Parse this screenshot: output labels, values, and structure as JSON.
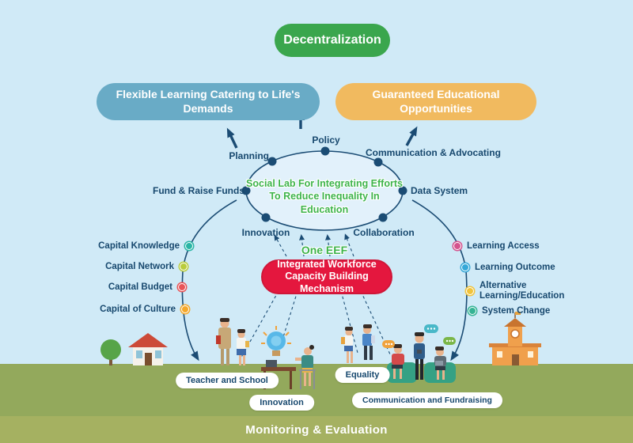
{
  "header": {
    "title": "Decentralization"
  },
  "outcome_pills": {
    "left": "Flexible Learning Catering to Life's Demands",
    "right": "Guaranteed Educational Opportunities"
  },
  "social_lab": {
    "line1": "Social Lab For Integrating Efforts",
    "line2": "To Reduce Inequality In Education",
    "nodes": {
      "policy": "Policy",
      "planning": "Planning",
      "communication_advocating": "Communication & Advocating",
      "fund_raise_funds": "Fund & Raise Funds",
      "data_system": "Data System",
      "innovation": "Innovation",
      "collaboration": "Collaboration"
    }
  },
  "one_eef": "One EEF",
  "mechanism_pill": {
    "line1": "Integrated Workforce",
    "line2": "Capacity Building Mechanism"
  },
  "capitals": [
    {
      "label": "Capital Knowledge",
      "color": "#2ab5a5"
    },
    {
      "label": "Capital Network",
      "color": "#b9cc3c"
    },
    {
      "label": "Capital Budget",
      "color": "#e85558"
    },
    {
      "label": "Capital of Culture",
      "color": "#f5a82b"
    }
  ],
  "outcomes_right": [
    {
      "label": "Learning Access",
      "color": "#d4548e"
    },
    {
      "label": "Learning Outcome",
      "color": "#35a8d8"
    },
    {
      "label": "Alternative Learning/Education",
      "color": "#f0c33c"
    },
    {
      "label": "System Change",
      "color": "#35b394"
    }
  ],
  "ground_labels": {
    "teacher_school": "Teacher and School",
    "innovation": "Innovation",
    "equality": "Equality",
    "communication_fundraising": "Communication and Fundraising"
  },
  "footer": {
    "label": "Monitoring & Evaluation"
  },
  "colors": {
    "sky": "#d0eaf7",
    "grass": "#93a95c",
    "footer_bar": "#a5b161",
    "navy_line": "#1b4c74",
    "navy_text": "#17486e",
    "green_pill": "#3aa64d",
    "blue_pill": "#69abc6",
    "orange_pill": "#f1ba5f",
    "red_pill": "#e4173e",
    "accent_green_text": "#3eb44a"
  }
}
